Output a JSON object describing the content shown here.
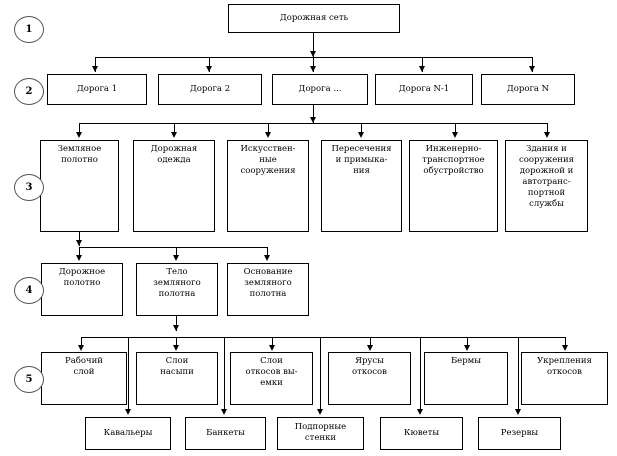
{
  "diagram": {
    "title": "Дорожная сеть",
    "levels": [
      {
        "marker": "1",
        "nodes": [
          "Дорожная сеть"
        ]
      },
      {
        "marker": "2",
        "nodes": [
          "Дорога 1",
          "Дорога 2",
          "Дорога ...",
          "Дорога N-1",
          "Дорога N"
        ]
      },
      {
        "marker": "3",
        "nodes": [
          "Земляное полотно",
          "Дорожная одежда",
          "Искусствен- ные сооружения",
          "Пересечения и примыка- ния",
          "Инженерно- транспортное обустройство",
          "Здания и сооружения дорожной и автотранс- портной службы"
        ]
      },
      {
        "marker": "4",
        "nodes": [
          "Дорожное полотно",
          "Тело земляного полотна",
          "Основание земляного полотна"
        ]
      },
      {
        "marker": "5",
        "nodes": [
          "Рабочий слой",
          "Слои насыпи",
          "Слои откосов вы- емки",
          "Ярусы откосов",
          "Бермы",
          "Укрепления откосов"
        ]
      },
      {
        "marker": "",
        "nodes": [
          "Кавальеры",
          "Банкеты",
          "Подпорные стенки",
          "Кюветы",
          "Резервы"
        ]
      }
    ]
  },
  "nodes": {
    "root": {
      "l1": "Дорожная сеть"
    },
    "roads": {
      "r1": "Дорога 1",
      "r2": "Дорога 2",
      "r3": "Дорога ...",
      "r4": "Дорога N-1",
      "r5": "Дорога N"
    },
    "elements": {
      "e1_a": "Земляное",
      "e1_b": "полотно",
      "e2_a": "Дорожная",
      "e2_b": "одежда",
      "e3_a": "Искусствен-",
      "e3_b": "ные",
      "e3_c": "сооружения",
      "e4_a": "Пересечения",
      "e4_b": "и примыка-",
      "e4_c": "ния",
      "e5_a": "Инженерно-",
      "e5_b": "транспортное",
      "e5_c": "обустройство",
      "e6_a": "Здания и",
      "e6_b": "сооружения",
      "e6_c": "дорожной и",
      "e6_d": "автотранс-",
      "e6_e": "портной",
      "e6_f": "службы"
    },
    "subgrade": {
      "s1_a": "Дорожное",
      "s1_b": "полотно",
      "s2_a": "Тело",
      "s2_b": "земляного",
      "s2_c": "полотна",
      "s3_a": "Основание",
      "s3_b": "земляного",
      "s3_c": "полотна"
    },
    "body": {
      "b1_a": "Рабочий",
      "b1_b": "слой",
      "b2_a": "Слои",
      "b2_b": "насыпи",
      "b3_a": "Слои",
      "b3_b": "откосов вы-",
      "b3_c": "емки",
      "b4_a": "Ярусы",
      "b4_b": "откосов",
      "b5_a": "Бермы",
      "b6_a": "Укрепления",
      "b6_b": "откосов"
    },
    "extras": {
      "x1": "Кавальеры",
      "x2": "Банкеты",
      "x3_a": "Подпорные",
      "x3_b": "стенки",
      "x4": "Кюветы",
      "x5": "Резервы"
    }
  },
  "markers": {
    "m1": "1",
    "m2": "2",
    "m3": "3",
    "m4": "4",
    "m5": "5"
  },
  "colors": {
    "box_border": "#000000",
    "background": "#ffffff",
    "marker_border": "#555555",
    "connector": "#000000"
  }
}
